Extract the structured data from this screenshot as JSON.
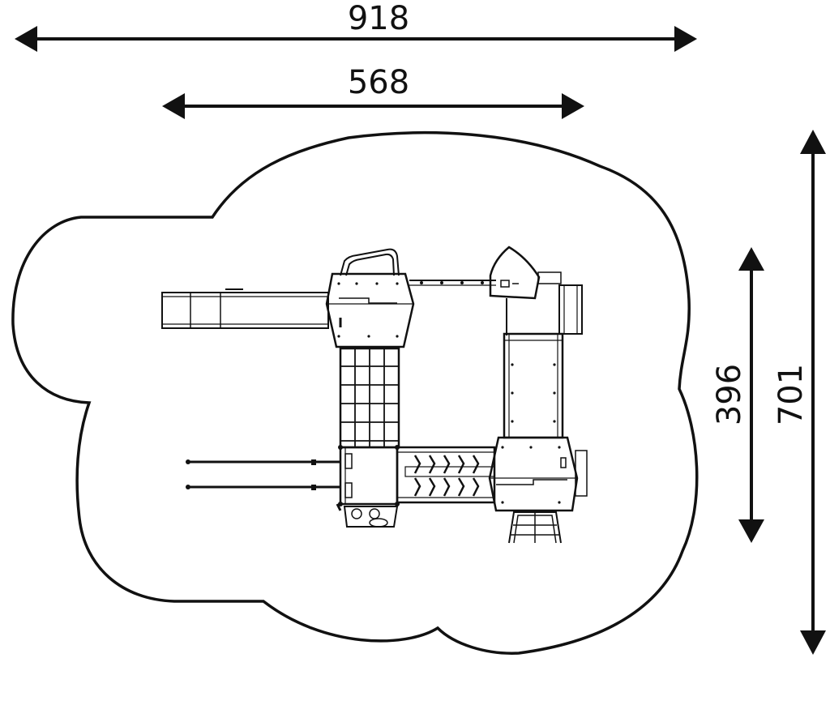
{
  "dimensions": {
    "overall_width": "918",
    "structure_width": "568",
    "structure_depth": "396",
    "overall_depth": "701"
  },
  "colors": {
    "line": "#111111",
    "background": "#ffffff"
  }
}
